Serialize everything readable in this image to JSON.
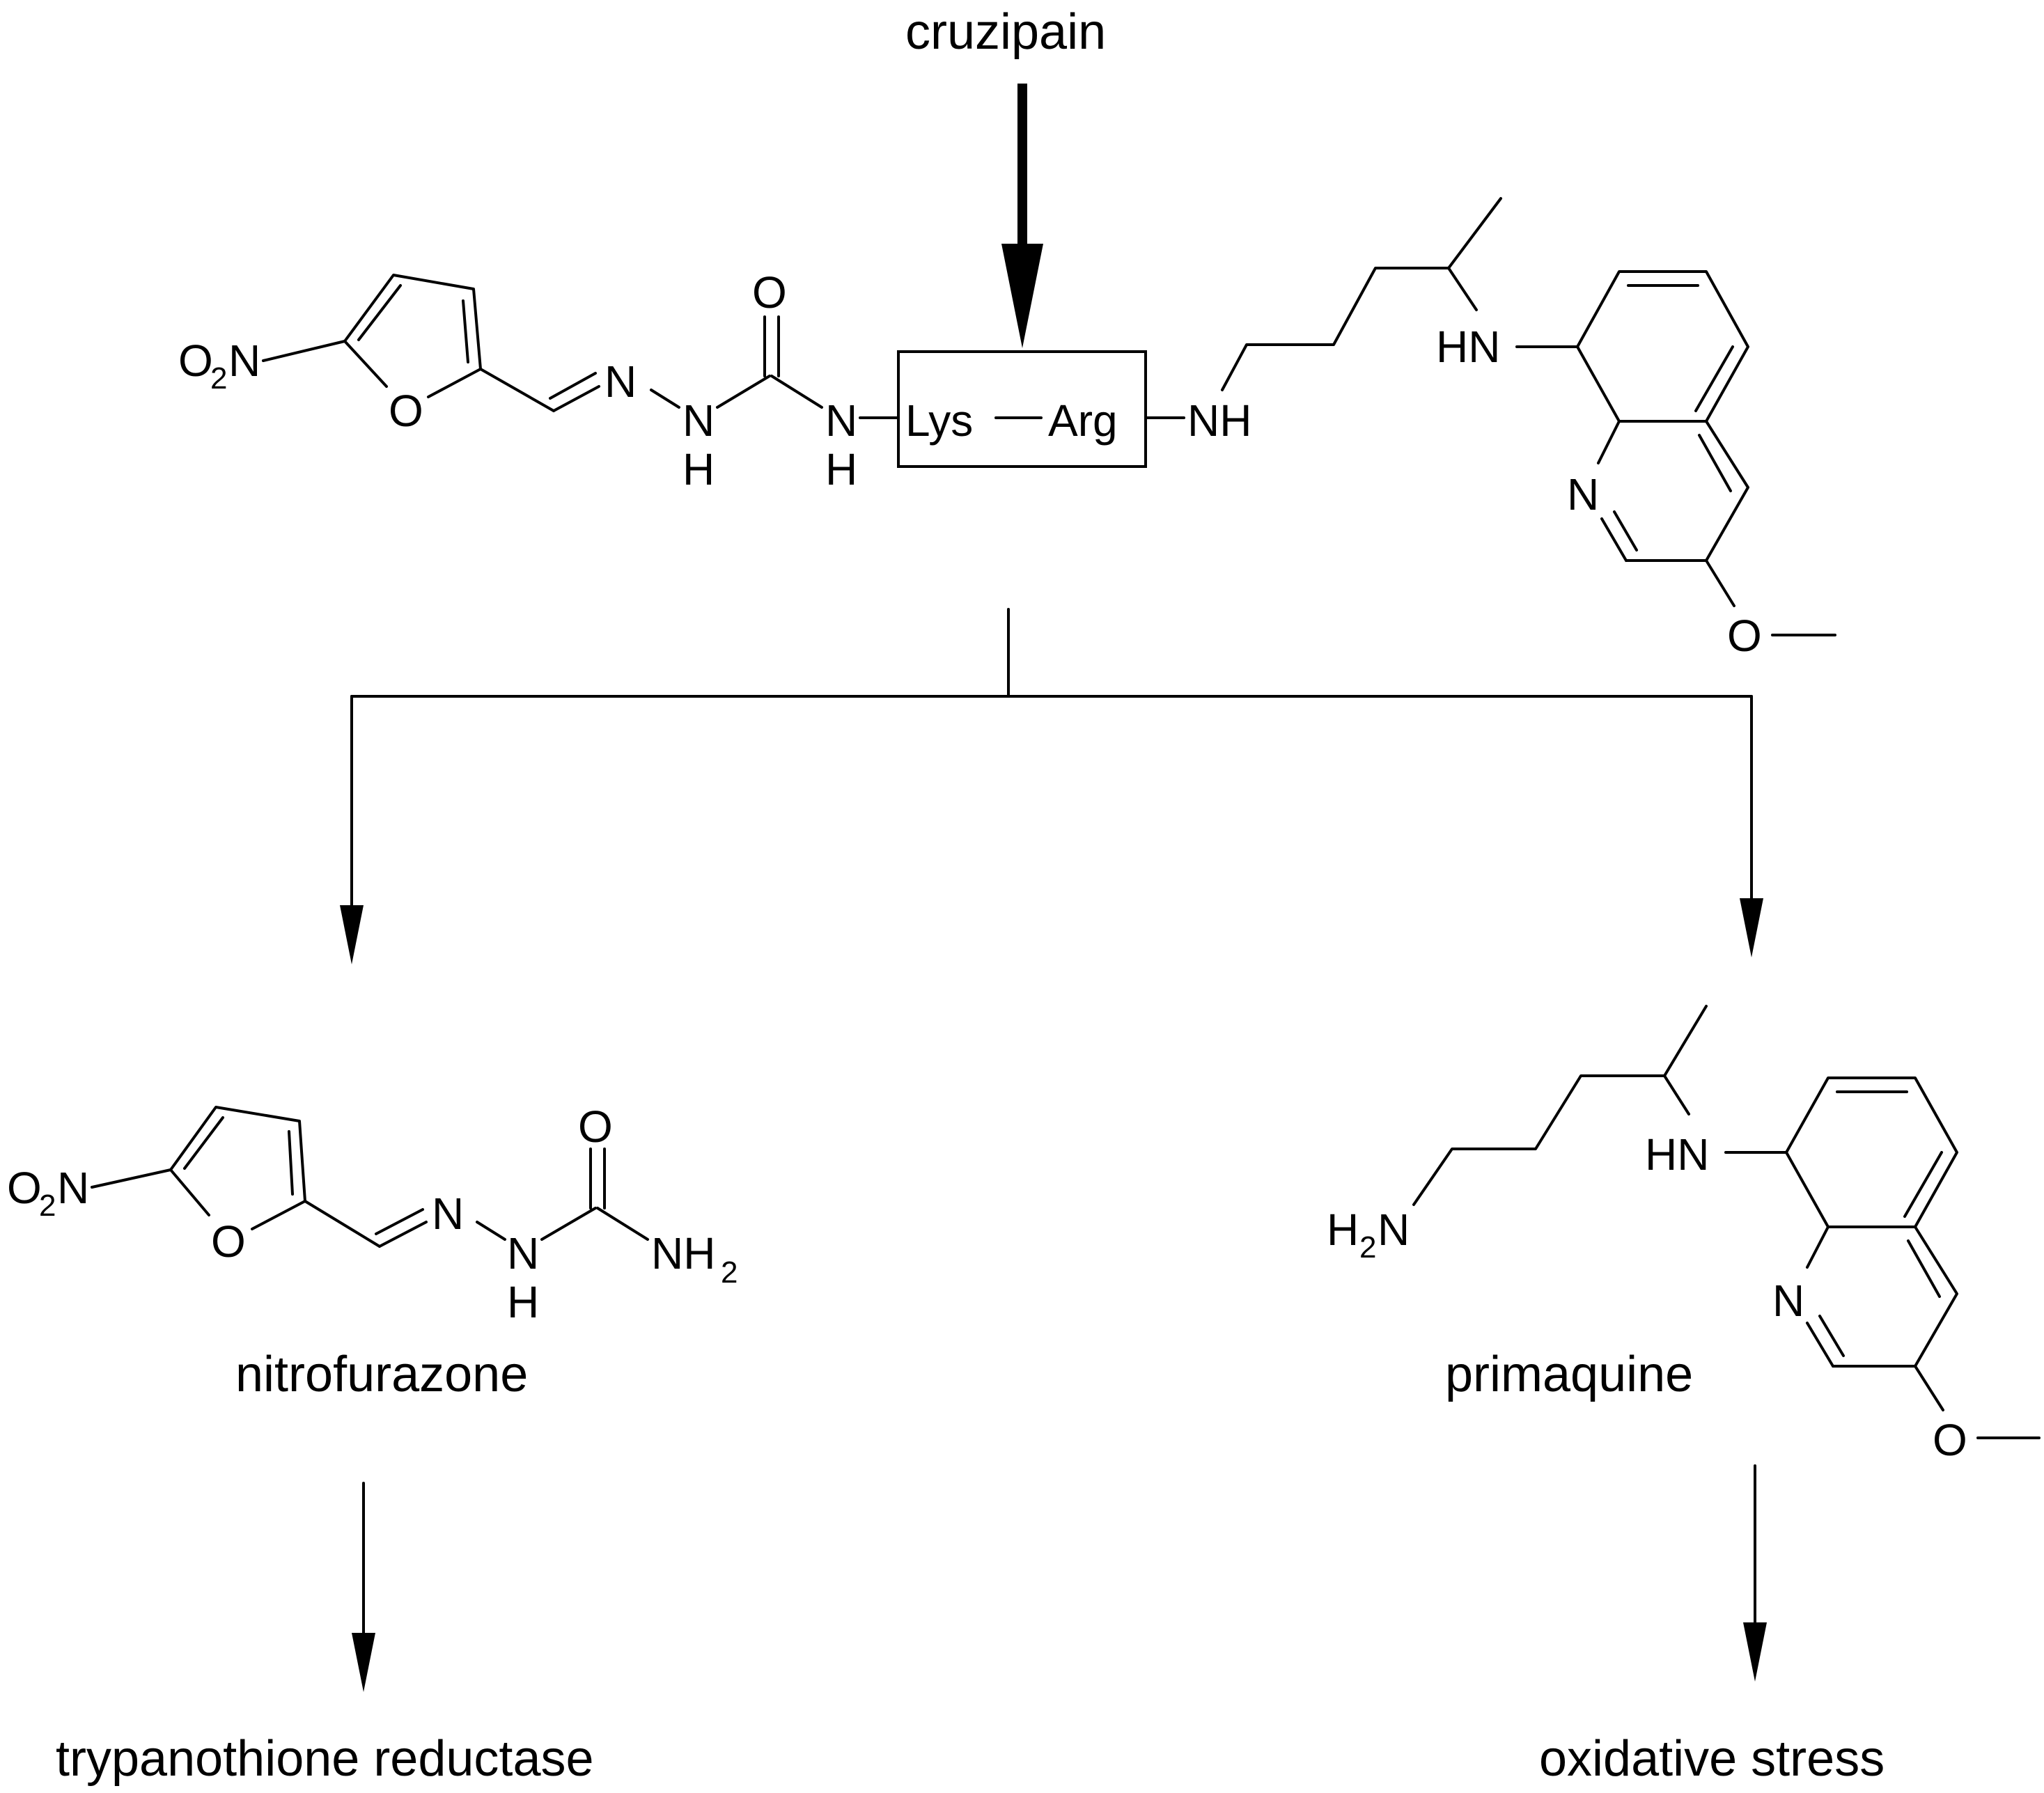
{
  "labels": {
    "enzyme": "cruzipain",
    "product_left": "nitrofurazone",
    "product_right": "primaquine",
    "target_left": "trypanothione reductase",
    "target_right": "oxidative stress"
  },
  "atoms": {
    "o2n_O": "O",
    "o2n_2": "2",
    "o2n_N": "N",
    "furan_O": "O",
    "N": "N",
    "NH_N": "N",
    "H": "H",
    "carbonyl_O": "O",
    "Lys": "Lys",
    "Arg": "Arg",
    "NH": "NH",
    "HN": "HN",
    "quin_N": "N",
    "methoxy_O": "O",
    "NH2_N": "NH",
    "NH2_2": "2",
    "H2N_H": "H",
    "H2N_2": "2",
    "H2N_N": "N"
  }
}
